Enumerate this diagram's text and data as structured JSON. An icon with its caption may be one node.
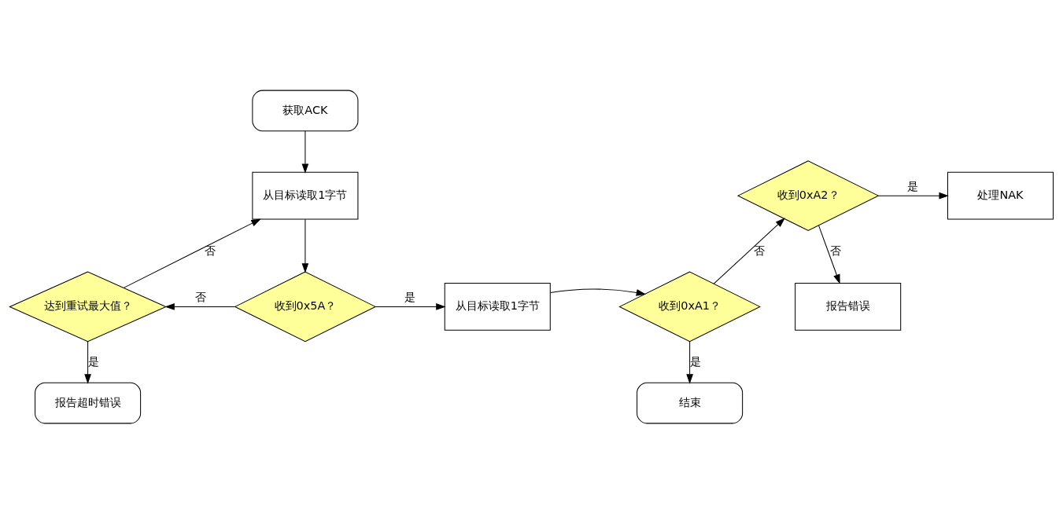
{
  "diagram": {
    "nodes": [
      {
        "text": [
          "获取ACK"
        ]
      },
      {
        "text": [
          "从目标读取1字节"
        ]
      },
      {
        "text": [
          "收到0x5A？"
        ]
      },
      {
        "text": [
          "达到重试最大值？"
        ]
      },
      {
        "text": [
          "报告超时错误"
        ]
      },
      {
        "text": [
          "从目标读取1字节"
        ]
      },
      {
        "text": [
          "收到0xA1？"
        ]
      },
      {
        "text": [
          "结束"
        ]
      },
      {
        "text": [
          "收到0xA2？"
        ]
      },
      {
        "text": [
          "处理NAK"
        ]
      },
      {
        "text": [
          "报告错误"
        ]
      }
    ],
    "edges": [
      {
        "from": 0,
        "to": 1,
        "arrow": "to"
      },
      {
        "from": 1,
        "to": 2,
        "arrow": "to"
      },
      {
        "from": 2,
        "to": 3,
        "arrow": "to",
        "label": "否"
      },
      {
        "from": 3,
        "to": 1,
        "arrow": "to",
        "label": "否"
      },
      {
        "from": 3,
        "to": 4,
        "arrow": "to",
        "label": "是"
      },
      {
        "from": 2,
        "to": 5,
        "arrow": "to",
        "label": "是"
      },
      {
        "from": 5,
        "to": 6,
        "arrow": "to"
      },
      {
        "from": 6,
        "to": 7,
        "arrow": "to",
        "label": "是"
      },
      {
        "from": 6,
        "to": 8,
        "arrow": "to",
        "label": "否"
      },
      {
        "from": 8,
        "to": 9,
        "arrow": "to",
        "label": "是"
      },
      {
        "from": 8,
        "to": 10,
        "arrow": "to",
        "label": "否"
      }
    ]
  }
}
